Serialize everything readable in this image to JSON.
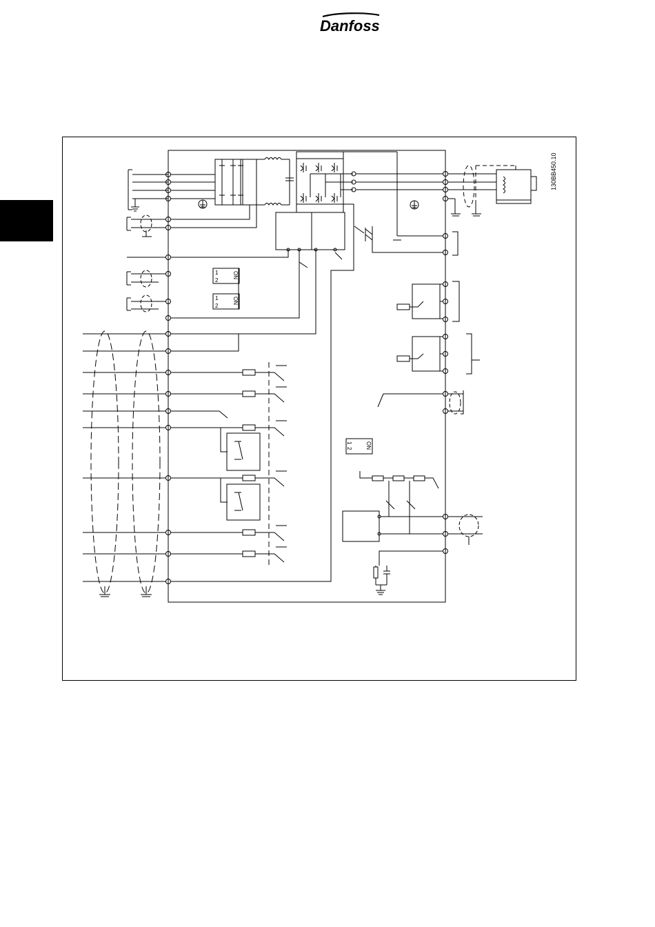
{
  "brand": {
    "name": "Danfoss",
    "logo_icon": "danfoss-logo-icon",
    "color": "#000000"
  },
  "chapter_tab": {
    "color": "#000000"
  },
  "diagram": {
    "figure_id": "130BB450.10",
    "dip_switch_label_on": "ON",
    "dip_switch_label_1": "1",
    "dip_switch_label_2": "2",
    "line_color": "#000000",
    "dash_color": "#000000"
  }
}
